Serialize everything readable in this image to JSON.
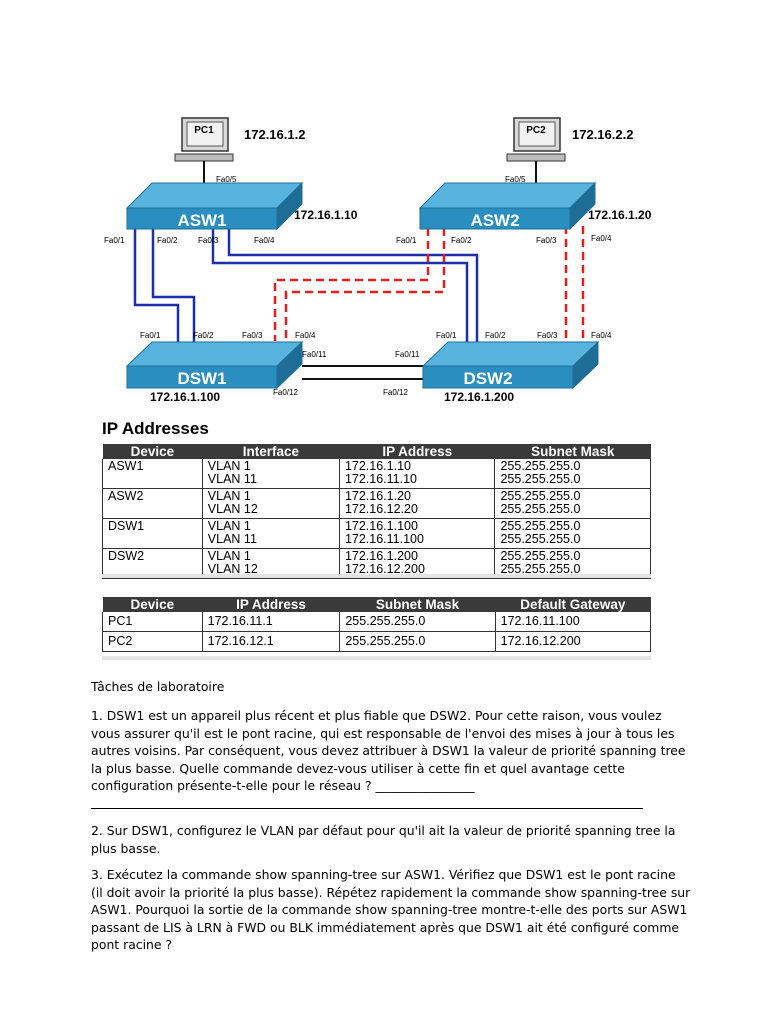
{
  "diagram": {
    "pcs": [
      {
        "name": "PC1",
        "ip": "172.16.1.2",
        "port": "Fa0/5"
      },
      {
        "name": "PC2",
        "ip": "172.16.2.2",
        "port": "Fa0/5"
      }
    ],
    "switches": [
      {
        "name": "ASW1",
        "ip": "172.16.1.10"
      },
      {
        "name": "ASW2",
        "ip": "172.16.1.20"
      },
      {
        "name": "DSW1",
        "ip": "172.16.1.100"
      },
      {
        "name": "DSW2",
        "ip": "172.16.1.200"
      }
    ],
    "asw1_ports": [
      "Fa0/1",
      "Fa0/2",
      "Fa0/3",
      "Fa0/4"
    ],
    "asw2_ports": [
      "Fa0/1",
      "Fa0/2",
      "Fa0/3",
      "Fa0/4"
    ],
    "dsw1_ports": [
      "Fa0/1",
      "Fa0/2",
      "Fa0/3",
      "Fa0/4",
      "Fa0/11",
      "Fa0/12"
    ],
    "dsw2_ports": [
      "Fa0/1",
      "Fa0/2",
      "Fa0/3",
      "Fa0/4",
      "Fa0/11",
      "Fa0/12"
    ],
    "colors": {
      "switch_blue": "#2a8fc0",
      "link_blue": "#1b2fa8",
      "link_red": "#e02020",
      "link_black": "#111111"
    }
  },
  "ip_heading": "IP Addresses",
  "table1": {
    "headers": [
      "Device",
      "Interface",
      "IP Address",
      "Subnet Mask"
    ],
    "rows": [
      {
        "device": "ASW1",
        "iface1": "VLAN 1",
        "iface2": "VLAN 11",
        "ip1": "172.16.1.10",
        "ip2": "172.16.11.10",
        "mask1": "255.255.255.0",
        "mask2": "255.255.255.0"
      },
      {
        "device": "ASW2",
        "iface1": "VLAN 1",
        "iface2": "VLAN 12",
        "ip1": "172.16.1.20",
        "ip2": "172.16.12.20",
        "mask1": "255.255.255.0",
        "mask2": "255.255.255.0"
      },
      {
        "device": "DSW1",
        "iface1": "VLAN 1",
        "iface2": "VLAN 11",
        "ip1": "172.16.1.100",
        "ip2": "172.16.11.100",
        "mask1": "255.255.255.0",
        "mask2": "255.255.255.0"
      },
      {
        "device": "DSW2",
        "iface1": "VLAN 1",
        "iface2": "VLAN 12",
        "ip1": "172.16.1.200",
        "ip2": "172.16.12.200",
        "mask1": "255.255.255.0",
        "mask2": "255.255.255.0"
      }
    ]
  },
  "table2": {
    "headers": [
      "Device",
      "IP Address",
      "Subnet Mask",
      "Default Gateway"
    ],
    "rows": [
      {
        "device": "PC1",
        "ip": "172.16.11.1",
        "mask": "255.255.255.0",
        "gateway": "172.16.11.100"
      },
      {
        "device": "PC2",
        "ip": "172.16.12.1",
        "mask": "255.255.255.0",
        "gateway": "172.16.12.200"
      }
    ]
  },
  "text": {
    "section_title": "Tâches de laboratoire",
    "q1": "1. DSW1 est un appareil plus récent et plus fiable que DSW2. Pour cette raison, vous voulez vous assurer qu'il est le pont racine, qui est responsable de l'envoi des mises à jour à tous les autres voisins. Par conséquent, vous devez attribuer à DSW1 la valeur de priorité spanning tree la plus basse. Quelle commande devez-vous utiliser à cette fin et quel avantage cette configuration présente-t-elle pour le réseau ? ________________",
    "q2": "2. Sur DSW1, configurez le VLAN par défaut pour qu'il ait la valeur de priorité spanning tree la plus basse.",
    "q3": "3. Exécutez la commande show spanning-tree sur ASW1. Vérifiez que DSW1 est le pont racine (il doit avoir la priorité la plus basse). Répétez rapidement la commande show spanning-tree sur ASW1. Pourquoi la sortie de la commande show spanning-tree montre-t-elle des ports sur ASW1 passant de LIS à LRN à FWD ou BLK immédiatement après que DSW1 ait été configuré comme pont racine ?"
  }
}
